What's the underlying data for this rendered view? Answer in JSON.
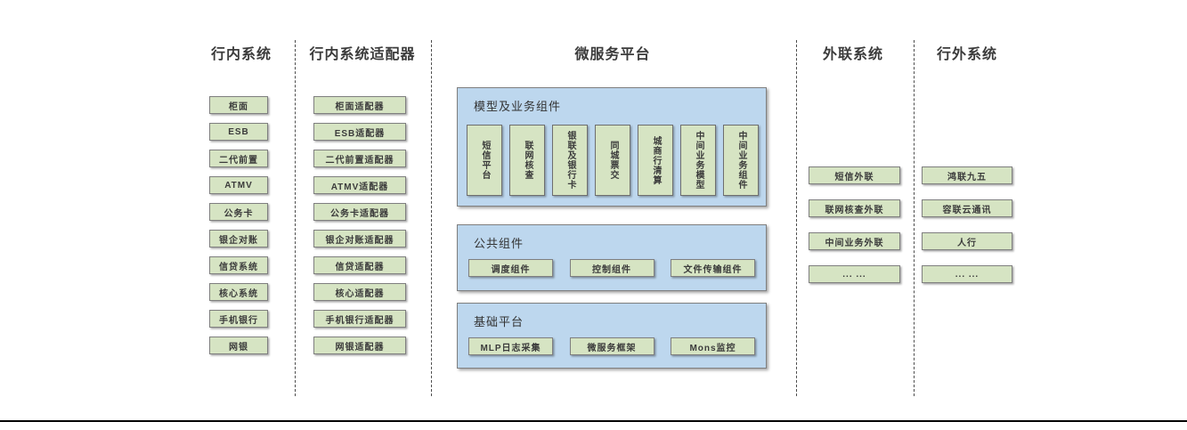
{
  "diagram": {
    "headers": {
      "internal": "行内系统",
      "adapters": "行内系统适配器",
      "platform": "微服务平台",
      "outbound": "外联系统",
      "external": "行外系统"
    },
    "internal_systems": [
      "柜面",
      "ESB",
      "二代前置",
      "ATMV",
      "公务卡",
      "银企对账",
      "信贷系统",
      "核心系统",
      "手机银行",
      "网银"
    ],
    "adapter_systems": [
      "柜面适配器",
      "ESB适配器",
      "二代前置适配器",
      "ATMV适配器",
      "公务卡适配器",
      "银企对账适配器",
      "信贷适配器",
      "核心适配器",
      "手机银行适配器",
      "网银适配器"
    ],
    "platform": {
      "model_section": {
        "title": "模型及业务组件",
        "items": [
          "短信平台",
          "联网核查",
          "银联及银行卡",
          "同城票交",
          "城商行清算",
          "中间业务模型",
          "中间业务组件"
        ]
      },
      "common_section": {
        "title": "公共组件",
        "items": [
          "调度组件",
          "控制组件",
          "文件传输组件"
        ]
      },
      "base_section": {
        "title": "基础平台",
        "items": [
          "MLP日志采集",
          "微服务框架",
          "Mons监控"
        ]
      }
    },
    "outbound_systems": [
      "短信外联",
      "联网核查外联",
      "中间业务外联",
      "... ..."
    ],
    "external_systems": [
      "鸿联九五",
      "容联云通讯",
      "人行",
      "... ..."
    ],
    "colors": {
      "box_fill": "#d6e4c3",
      "container_fill": "#bdd7ee",
      "border_gray": "#7f7f7f",
      "text_dark": "#3b3b3b",
      "bottom_rule": "#000000"
    }
  }
}
